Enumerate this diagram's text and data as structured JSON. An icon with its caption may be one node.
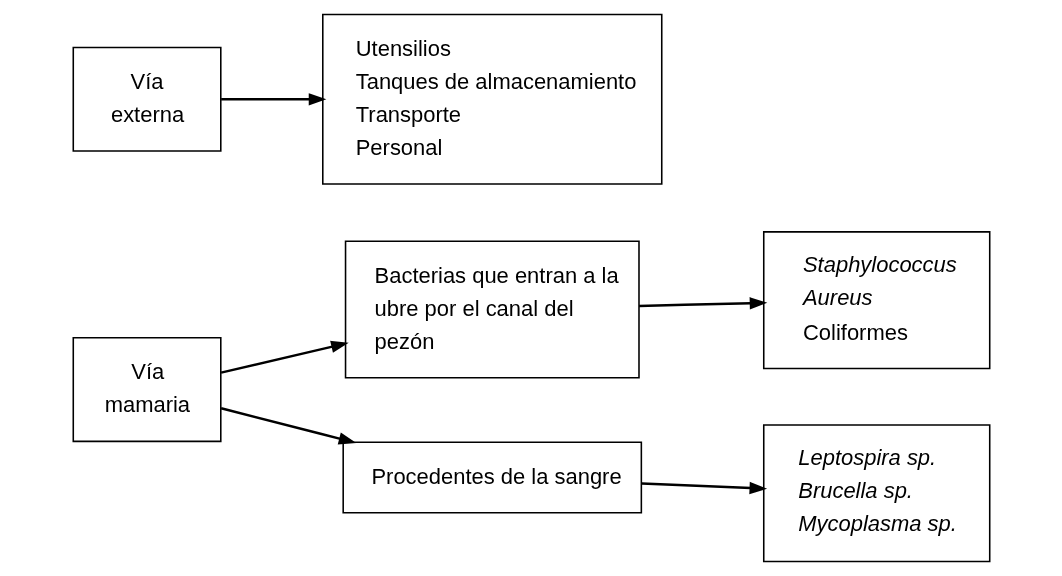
{
  "diagram": {
    "nodes": [
      {
        "text": [
          "Vía mamaria"
        ]
      },
      {
        "text": [
          "Bacterias que entran a la ubre por el canal del pezón"
        ]
      },
      {
        "text": [
          "Staphylococcus",
          "Aureus",
          "Coliformes"
        ]
      },
      {
        "text": [
          "Procedentes de la sangre"
        ]
      },
      {
        "text": [
          "Leptospira sp.",
          "Brucella sp.",
          "Mycoplasma sp."
        ]
      },
      {
        "text": [
          "Vía externa"
        ]
      },
      {
        "text": [
          "Utensilios",
          "Tanques de almacenamiento",
          "Transporte",
          "Personal"
        ]
      }
    ],
    "edges": [
      {
        "from": 0,
        "to": 1,
        "arrow": "to"
      },
      {
        "from": 0,
        "to": 3,
        "arrow": "to"
      },
      {
        "from": 1,
        "to": 2,
        "arrow": "to"
      },
      {
        "from": 3,
        "to": 4,
        "arrow": "to"
      },
      {
        "from": 5,
        "to": 6,
        "arrow": "to"
      }
    ]
  }
}
